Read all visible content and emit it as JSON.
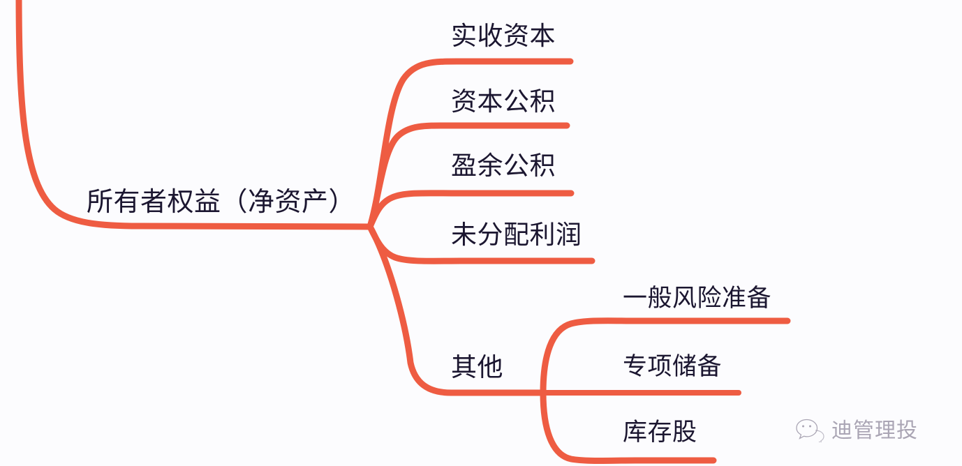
{
  "diagram": {
    "type": "mind-map",
    "orientation": "left-to-right",
    "background_color": "#fcfcfe",
    "branch_color": "#ee5c42",
    "text_color": "#1b1630",
    "root": {
      "id": "owners-equity",
      "label": "所有者权益（净资产）",
      "children": [
        {
          "id": "paid-in-capital",
          "label": "实收资本"
        },
        {
          "id": "capital-reserve",
          "label": "资本公积"
        },
        {
          "id": "surplus-reserve",
          "label": "盈余公积"
        },
        {
          "id": "undistributed-profit",
          "label": "未分配利润"
        },
        {
          "id": "other",
          "label": "其他",
          "children": [
            {
              "id": "general-risk-reserve",
              "label": "一般风险准备"
            },
            {
              "id": "special-reserve",
              "label": "专项储备"
            },
            {
              "id": "treasury-stock",
              "label": "库存股"
            }
          ]
        }
      ]
    }
  },
  "nodes": {
    "root": "所有者权益（净资产）",
    "paid_in_capital": "实收资本",
    "capital_reserve": "资本公积",
    "surplus_reserve": "盈余公积",
    "undistributed_profit": "未分配利润",
    "other": "其他",
    "general_risk_reserve": "一般风险准备",
    "special_reserve": "专项储备",
    "treasury_stock": "库存股"
  },
  "watermark": {
    "text": "迪管理投",
    "icon": "wechat-bubble-icon"
  }
}
